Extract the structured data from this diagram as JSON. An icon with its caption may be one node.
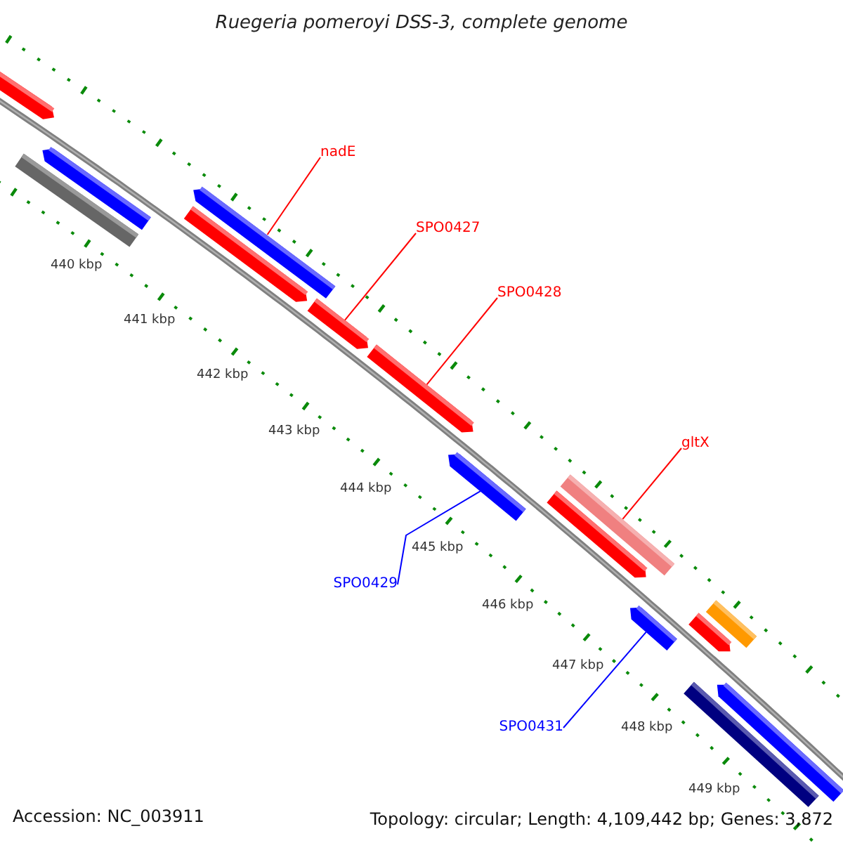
{
  "diagram": {
    "title": "Ruegeria pomeroyi DSS-3, complete genome",
    "nodes": [
      {
        "text": [
          "nadE"
        ]
      },
      {
        "text": [
          "SPO0427"
        ]
      },
      {
        "text": [
          "SPO0428"
        ]
      },
      {
        "text": [
          "gltX"
        ]
      },
      {
        "text": [
          "SPO0429"
        ]
      },
      {
        "text": [
          "SPO0431"
        ]
      },
      {
        "text": [],
        "shape": "bar"
      },
      {
        "text": [],
        "shape": "bar"
      },
      {
        "text": [],
        "shape": "bar"
      },
      {
        "text": [],
        "shape": "bar"
      },
      {
        "text": [],
        "shape": "bar"
      },
      {
        "text": [],
        "shape": "bar"
      },
      {
        "text": [],
        "shape": "bar"
      },
      {
        "text": [],
        "shape": "bar"
      },
      {
        "text": [],
        "shape": "bar"
      },
      {
        "text": [],
        "shape": "bar"
      },
      {
        "text": [],
        "shape": "bar"
      },
      {
        "text": [],
        "shape": "bar"
      },
      {
        "text": [],
        "shape": "bar"
      },
      {
        "text": [],
        "shape": "bar"
      },
      {
        "text": [],
        "shape": "bar"
      }
    ],
    "edges": [
      {
        "from": 0,
        "to": 9,
        "arrow": "none"
      },
      {
        "from": 1,
        "to": 11,
        "arrow": "none"
      },
      {
        "from": 2,
        "to": 12,
        "arrow": "none"
      },
      {
        "from": 3,
        "to": 14,
        "arrow": "none"
      },
      {
        "from": 4,
        "to": 13,
        "arrow": "none",
        "color": "#0000ff"
      },
      {
        "from": 5,
        "to": 16,
        "arrow": "none",
        "color": "#0000ff"
      }
    ],
    "labels": [
      "440 kbp",
      "441 kbp",
      "442 kbp",
      "443 kbp",
      "444 kbp",
      "445 kbp",
      "446 kbp",
      "447 kbp",
      "448 kbp",
      "449 kbp",
      "Accession: NC_003911",
      "Topology: circular; Length: 4,109,442 bp; Genes: 3,872"
    ]
  }
}
